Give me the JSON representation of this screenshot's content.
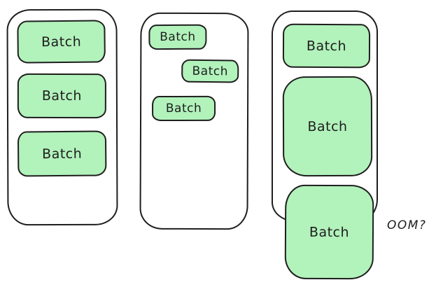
{
  "colors": {
    "batch_fill": "#b2f2bb",
    "stroke": "#1e1e1e",
    "background": "#ffffff"
  },
  "containers": [
    {
      "name": "left-container-uniform-batches",
      "batches": [
        "Batch",
        "Batch",
        "Batch"
      ]
    },
    {
      "name": "middle-container-staggered-batches",
      "batches": [
        "Batch",
        "Batch",
        "Batch"
      ]
    },
    {
      "name": "right-container-growing-batches",
      "batches": [
        "Batch",
        "Batch",
        "Batch"
      ]
    }
  ],
  "annotation": "OOM?"
}
